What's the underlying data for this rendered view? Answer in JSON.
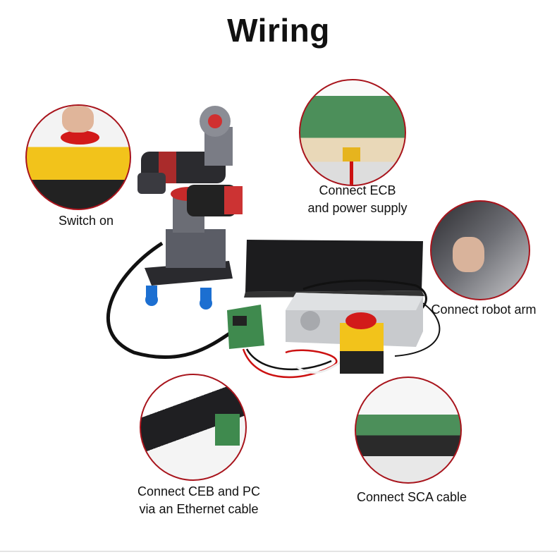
{
  "title": "Wiring",
  "steps": [
    {
      "id": "switch-on",
      "label": "Switch on"
    },
    {
      "id": "ecb-power",
      "label_lines": [
        "Connect ECB",
        "and power supply"
      ]
    },
    {
      "id": "robot-arm",
      "label": "Connect robot arm"
    },
    {
      "id": "ceb-pc",
      "label_lines": [
        "Connect CEB and PC",
        "via an Ethernet cable"
      ]
    },
    {
      "id": "sca-cable",
      "label": "Connect SCA cable"
    }
  ],
  "colors": {
    "accent_border": "#a8141c",
    "estop_red": "#d21a1a",
    "estop_yellow": "#f2c31b",
    "board_green": "#3f8a4e"
  }
}
